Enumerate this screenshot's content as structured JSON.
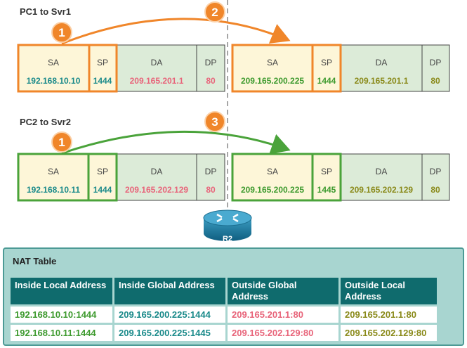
{
  "section1": {
    "title": "PC1 to Svr1"
  },
  "section2": {
    "title": "PC2 to Svr2"
  },
  "labels": {
    "sa": "SA",
    "sp": "SP",
    "da": "DA",
    "dp": "DP"
  },
  "packets": {
    "p1_left": {
      "sa": "192.168.10.10",
      "sp": "1444",
      "da": "209.165.201.1",
      "dp": "80"
    },
    "p1_right": {
      "sa": "209.165.200.225",
      "sp": "1444",
      "da": "209.165.201.1",
      "dp": "80"
    },
    "p2_left": {
      "sa": "192.168.10.11",
      "sp": "1444",
      "da": "209.165.202.129",
      "dp": "80"
    },
    "p2_right": {
      "sa": "209.165.200.225",
      "sp": "1445",
      "da": "209.165.202.129",
      "dp": "80"
    }
  },
  "badges": {
    "b1": "1",
    "b2": "2",
    "b3": "1",
    "b4": "3"
  },
  "router": {
    "label": "R2"
  },
  "nat_table": {
    "title": "NAT Table",
    "headers": [
      "Inside Local Address",
      "Inside Global Address",
      "Outside Global Address",
      "Outside Local Address"
    ],
    "rows": [
      [
        "192.168.10.10:1444",
        "209.165.200.225:1444",
        "209.165.201.1:80",
        "209.165.201.1:80"
      ],
      [
        "192.168.10.11:1444",
        "209.165.200.225:1445",
        "209.165.202.129:80",
        "209.165.202.129:80"
      ]
    ]
  },
  "colors": {
    "orange": "#f0862a",
    "green": "#4aa33a",
    "sa_bg": "#fdf6d8",
    "da_bg": "#dcebd8",
    "teal_value": "#1a8a8a",
    "pink_value": "#e8647a",
    "green_value": "#3d9a2e",
    "olive_value": "#8a8a1a",
    "nat_bg": "#a8d5d0",
    "nat_header": "#0f6b6d"
  },
  "icons": {
    "router": "router-icon"
  }
}
